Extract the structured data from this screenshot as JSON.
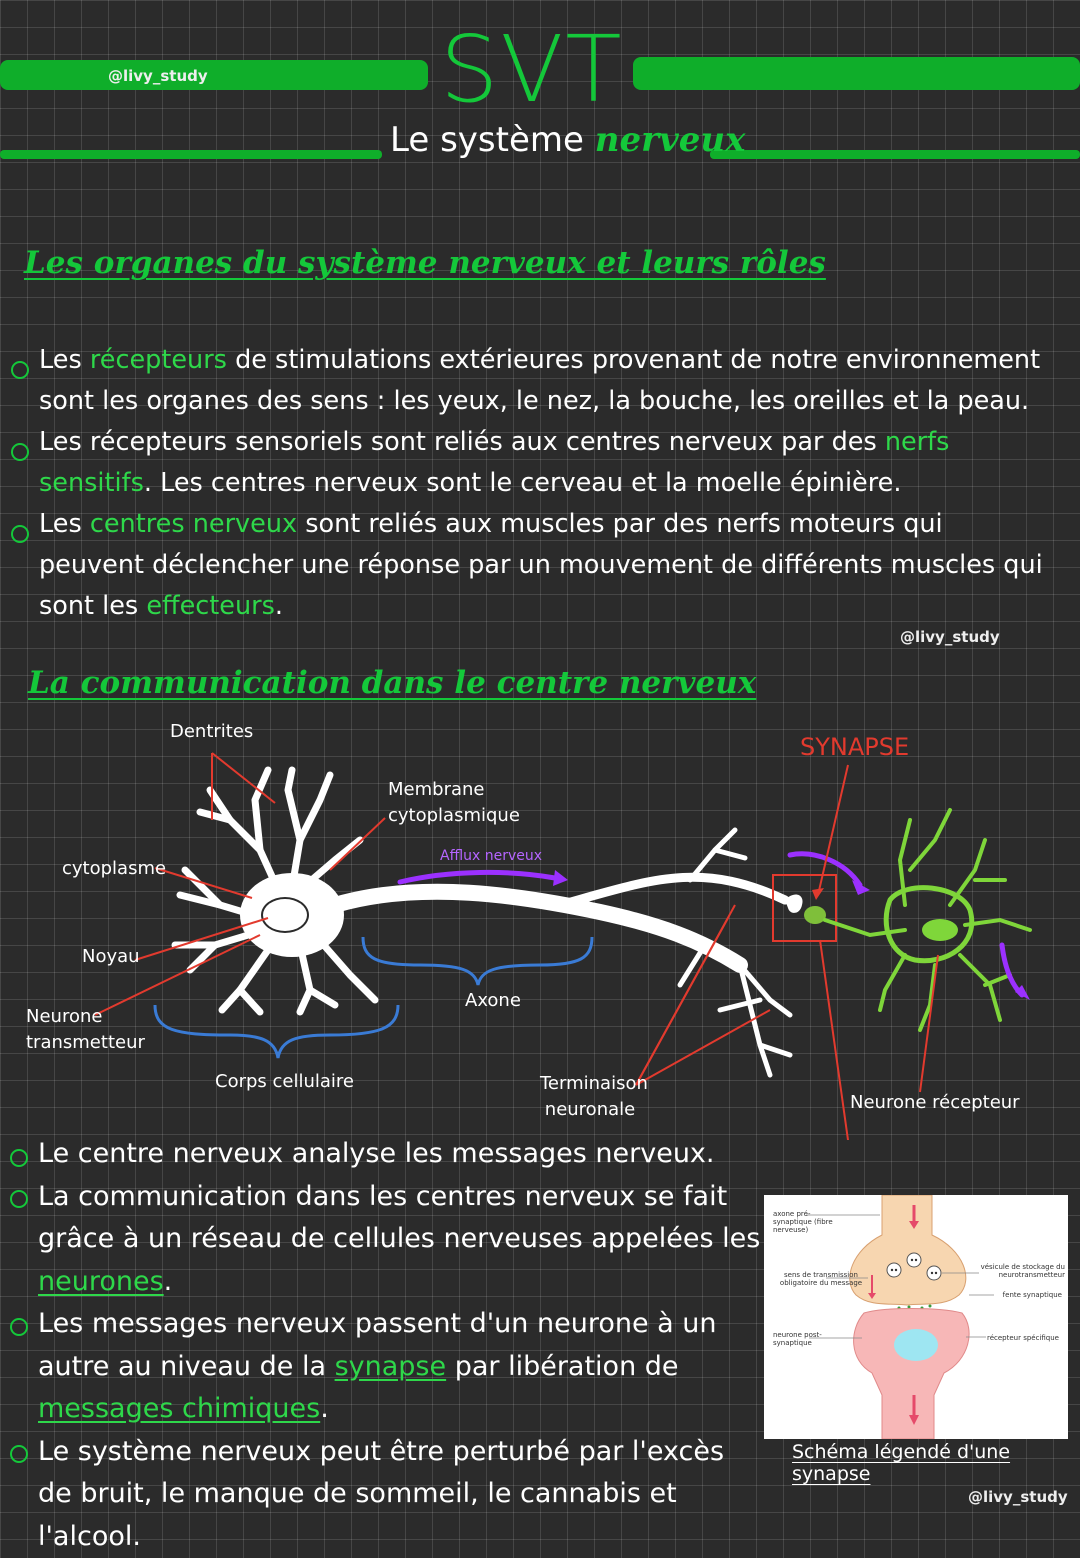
{
  "header": {
    "watermark": "@livy_study",
    "title": "SVT",
    "subtitle_prefix": "Le système",
    "subtitle_accent": "nerveux"
  },
  "section1": {
    "heading": "Les organes du système nerveux et leurs rôles",
    "p1_part1": "Les ",
    "p1_highlight": "récepteurs",
    "p1_part2": " de stimulations extérieures provenant de notre environnement sont les organes des sens : les yeux, le nez, la bouche, les oreilles et la peau.",
    "p2_part1": "Les récepteurs sensoriels sont reliés aux centres nerveux par des ",
    "p2_highlight": "nerfs sensitifs",
    "p2_part2": ". Les centres nerveux sont le cerveau et la moelle épinière.",
    "p3_part1": "Les ",
    "p3_highlight1": "centres nerveux",
    "p3_part2": " sont reliés aux muscles par des nerfs moteurs qui peuvent déclencher une réponse par un mouvement de différents muscles qui sont les ",
    "p3_highlight2": "effecteurs",
    "p3_part3": ".",
    "watermark": "@livy_study"
  },
  "section2": {
    "heading": "La communication dans le centre nerveux",
    "labels": {
      "dentrites": "Dentrites",
      "membrane": "Membrane cytoplasmique",
      "afflux": "Afflux nerveux",
      "synapse": "SYNAPSE",
      "cytoplasme": "cytoplasme",
      "noyau": "Noyau",
      "neurone_transmetteur": "Neurone transmetteur",
      "axone": "Axone",
      "corps_cellulaire": "Corps cellulaire",
      "terminaison": "Terminaison neuronale",
      "neurone_recepteur": "Neurone récepteur"
    },
    "b1": "Le centre nerveux analyse les messages nerveux.",
    "b2_part1": "La communication dans les centres nerveux se fait grâce à un réseau de cellules nerveuses appelées les ",
    "b2_highlight": "neurones",
    "b2_part2": ".",
    "b3_part1": "Les messages nerveux passent d'un neurone à un autre au niveau de la ",
    "b3_highlight1": "synapse",
    "b3_part2": " par libération de ",
    "b3_highlight2": "messages chimiques",
    "b3_part3": ".",
    "b4": "Le système nerveux peut être perturbé par l'excès de bruit, le manque de sommeil, le cannabis et l'alcool.",
    "schema": {
      "axone_pre": "axone pré-synaptique (fibre nerveuse)",
      "sens": "sens de transmission obligatoire du message",
      "neurone_post": "neurone post-synaptique",
      "vesicule": "vésicule de stockage du neurotransmetteur",
      "fente": "fente synaptique",
      "recepteur": "récepteur spécifique"
    },
    "caption": "Schéma légendé d'une synapse",
    "watermark": "@livy_study"
  }
}
